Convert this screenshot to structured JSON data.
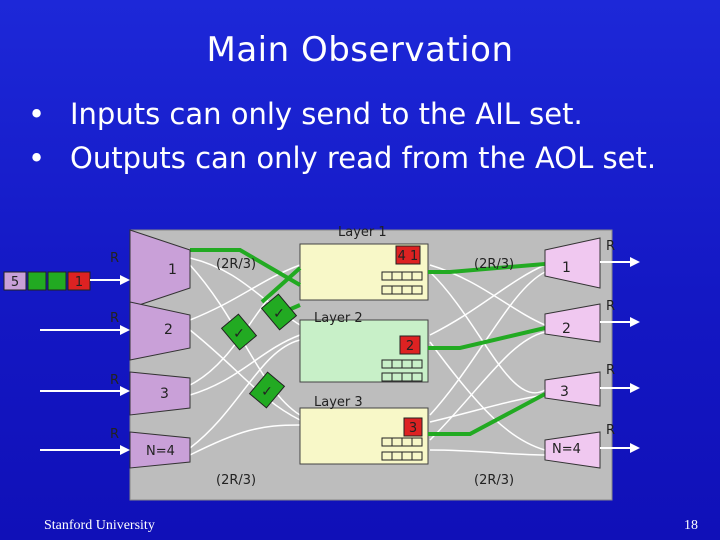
{
  "slide": {
    "title": "Main Observation",
    "bullets": [
      "Inputs can only send to the AIL set.",
      "Outputs can only read from the AOL set."
    ],
    "footer": "Stanford University",
    "page_number": "18"
  },
  "diagram": {
    "input_cells": [
      "5",
      "",
      "",
      "1"
    ],
    "input_labels": [
      "R",
      "R",
      "R",
      "R"
    ],
    "demux_labels": [
      "1",
      "2",
      "3",
      "N=4"
    ],
    "mux_labels": [
      "1",
      "2",
      "3",
      "N=4"
    ],
    "output_labels": [
      "R",
      "R",
      "R",
      "R"
    ],
    "rate_labels": [
      "(2R/3)",
      "(2R/3)",
      "(2R/3)",
      "(2R/3)"
    ],
    "layer_labels": [
      "Layer 1",
      "Layer 2",
      "Layer 3"
    ],
    "cell_tags": [
      "4 1",
      "2",
      "3"
    ],
    "check_marks": [
      "✓",
      "✓",
      "✓"
    ],
    "colors": {
      "background": "#1418c4",
      "demux_fill": "#c9a0d8",
      "mux_fill": "#f0c8f0",
      "layer1_fill": "#f8f8c8",
      "layer2_fill": "#c8f0c8",
      "layer3_fill": "#f8f8c8",
      "highlight": "#22aa22",
      "tag": "#dd2222"
    }
  }
}
